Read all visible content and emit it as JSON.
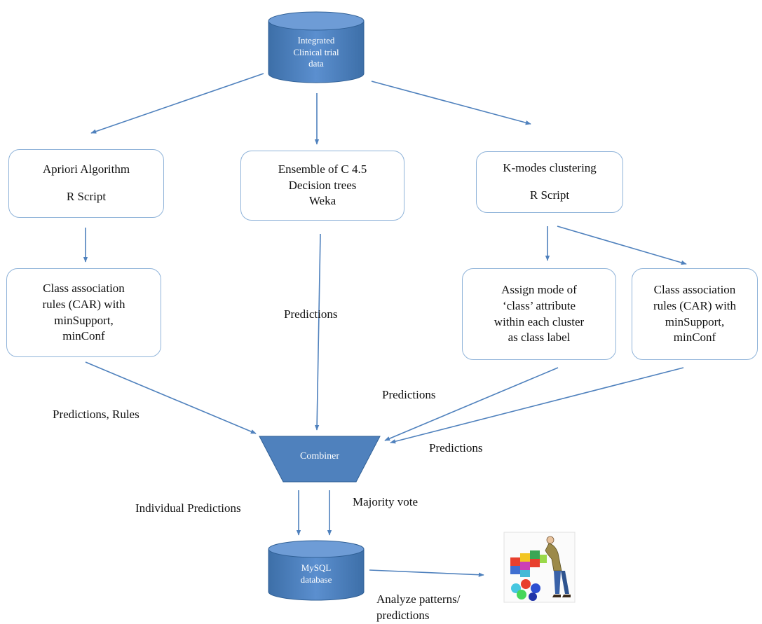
{
  "data_source": {
    "lines": [
      "Integrated",
      "Clinical trial",
      "data"
    ]
  },
  "methods": {
    "apriori": {
      "line1": "Apriori Algorithm",
      "line2": "R Script"
    },
    "ensemble": {
      "line1": "Ensemble of C 4.5",
      "line2": "Decision trees",
      "line3": "Weka"
    },
    "kmodes": {
      "line1": "K-modes clustering",
      "line2": "R Script"
    }
  },
  "outputs": {
    "car_left": {
      "lines": [
        "Class association",
        "rules (CAR) with",
        "minSupport,",
        "minConf"
      ]
    },
    "assign_mode": {
      "lines": [
        "Assign mode of",
        "‘class’ attribute",
        "within each cluster",
        "as class label"
      ]
    },
    "car_right": {
      "lines": [
        "Class association",
        "rules (CAR) with",
        "minSupport,",
        "minConf"
      ]
    }
  },
  "labels": {
    "predictions_center": "Predictions",
    "predictions_rules": "Predictions, Rules",
    "predictions_mid_right": "Predictions",
    "predictions_right": "Predictions",
    "individual_predictions": "Individual Predictions",
    "majority_vote": "Majority vote",
    "analyze_line1": "Analyze patterns/",
    "analyze_line2": "predictions"
  },
  "combiner": {
    "label": "Combiner"
  },
  "database": {
    "lines": [
      "MySQL",
      "database"
    ]
  },
  "colors": {
    "arrow": "#4f81bd",
    "cylinder_fill": "#4f81bd",
    "box_border": "#8fb3d9"
  },
  "icons": {
    "analyst": "person-examining-blocks-icon"
  }
}
